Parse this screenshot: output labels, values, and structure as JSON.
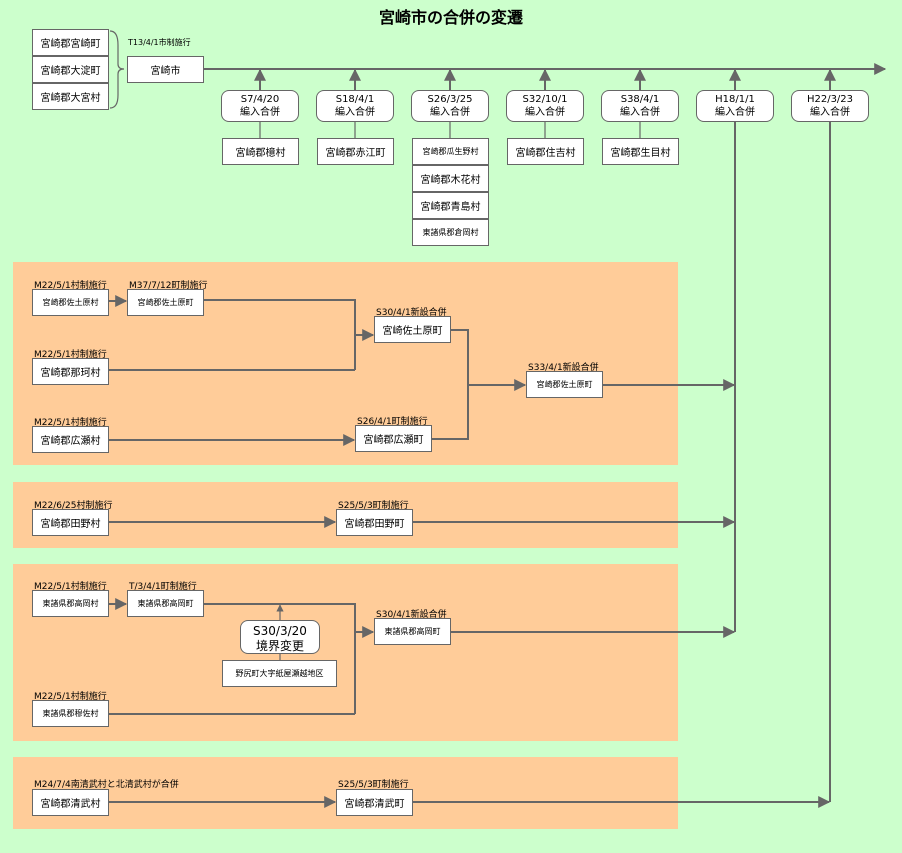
{
  "title": "宮崎市の合併の変遷",
  "top": {
    "origins": [
      "宮崎郡宮崎町",
      "宮崎郡大淀町",
      "宮崎郡大宮村"
    ],
    "city_note": "T13/4/1市制施行",
    "city": "宮崎市",
    "events": [
      {
        "date": "S7/4/20",
        "type": "編入合併"
      },
      {
        "date": "S18/4/1",
        "type": "編入合併"
      },
      {
        "date": "S26/3/25",
        "type": "編入合併"
      },
      {
        "date": "S32/10/1",
        "type": "編入合併"
      },
      {
        "date": "S38/4/1",
        "type": "編入合併"
      },
      {
        "date": "H18/1/1",
        "type": "編入合併"
      },
      {
        "date": "H22/3/23",
        "type": "編入合併"
      }
    ],
    "absorbed": [
      "宮崎郡檍村",
      "宮崎郡赤江町",
      "宮崎郡瓜生野村",
      "宮崎郡木花村",
      "宮崎郡青島村",
      "東諸県郡倉岡村",
      "宮崎郡住吉村",
      "宮崎郡生目村"
    ]
  },
  "sadowara": {
    "l1": "M22/5/1村制施行",
    "b1": "宮崎郡佐土原村",
    "l2": "M37/7/12町制施行",
    "b2": "宮崎郡佐土原町",
    "l3": "M22/5/1村制施行",
    "b3": "宮崎郡那珂村",
    "l4": "M22/5/1村制施行",
    "b4": "宮崎郡広瀬村",
    "l5": "S30/4/1新設合併",
    "b5": "宮崎佐土原町",
    "l6": "S26/4/1町制施行",
    "b6": "宮崎郡広瀬町",
    "l7": "S33/4/1新設合併",
    "b7": "宮崎郡佐土原町"
  },
  "tano": {
    "l1": "M22/6/25村制施行",
    "b1": "宮崎郡田野村",
    "l2": "S25/5/3町制施行",
    "b2": "宮崎郡田野町"
  },
  "takaoka": {
    "l1": "M22/5/1村制施行",
    "b1": "東諸県郡高岡村",
    "l2": "T/3/4/1町制施行",
    "b2": "東諸県郡高岡町",
    "e_date": "S30/3/20",
    "e_type": "境界変更",
    "b3": "野尻町大字紙屋瀬越地区",
    "l4": "M22/5/1村制施行",
    "b4": "東諸県郡穆佐村",
    "l5": "S30/4/1新設合併",
    "b5": "東諸県郡高岡町"
  },
  "kiyotake": {
    "l1": "M24/7/4南清武村と北清武村が合併",
    "b1": "宮崎郡清武村",
    "l2": "S25/5/3町制施行",
    "b2": "宮崎郡清武町"
  }
}
